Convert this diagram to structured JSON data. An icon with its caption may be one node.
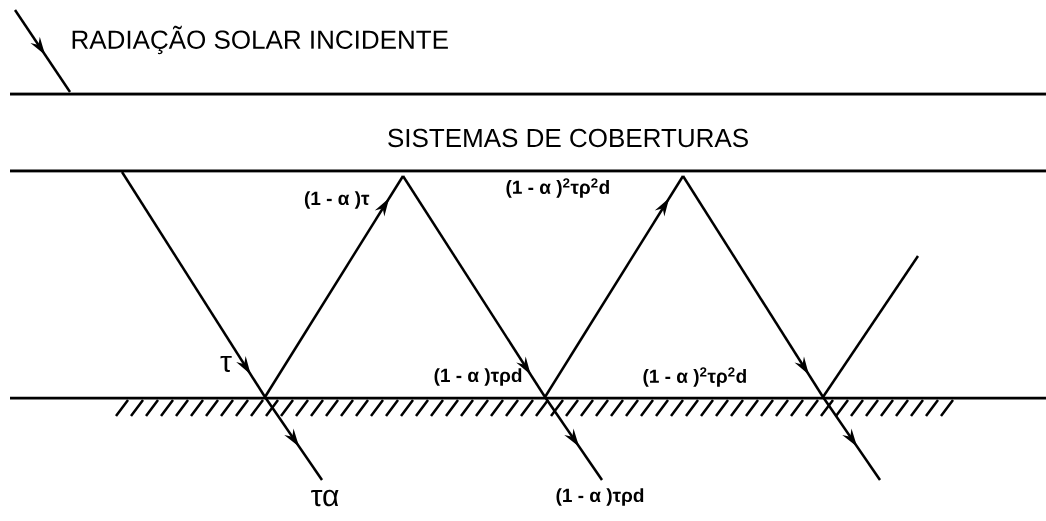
{
  "diagram": {
    "labels": [
      "RADIAÇÃO SOLAR INCIDENTE",
      "SISTEMAS DE COBERTURAS",
      "(1 - α )τ",
      "(1 - α )$^{2}$τρ$^{2}$d",
      "τ",
      "(1 - α )τρd",
      "(1 - α )$^{2}$τρ$^{2}$d",
      "τα",
      "(1 - α )τρd"
    ]
  }
}
